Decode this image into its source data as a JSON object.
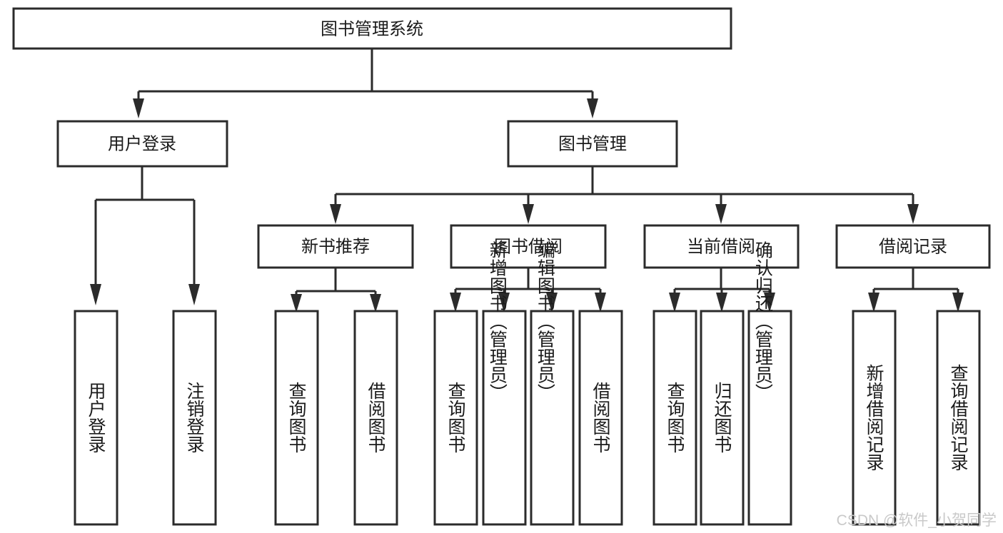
{
  "diagram": {
    "title": "图书管理系统",
    "type": "tree-hierarchy",
    "root": {
      "id": "root",
      "label": "图书管理系统"
    },
    "level2": [
      {
        "id": "user-login",
        "label": "用户登录"
      },
      {
        "id": "book-management",
        "label": "图书管理"
      }
    ],
    "level3": [
      {
        "id": "new-book-recommend",
        "label": "新书推荐",
        "parent": "book-management"
      },
      {
        "id": "book-borrow",
        "label": "图书借阅",
        "parent": "book-management"
      },
      {
        "id": "current-borrow",
        "label": "当前借阅",
        "parent": "book-management"
      },
      {
        "id": "borrow-record",
        "label": "借阅记录",
        "parent": "book-management"
      }
    ],
    "leaves": {
      "user_login": [
        {
          "id": "leaf-user-login",
          "label": "用户登录"
        },
        {
          "id": "leaf-logout",
          "label": "注销登录"
        }
      ],
      "new_book_recommend": [
        {
          "id": "leaf-query-book-1",
          "label": "查询图书"
        },
        {
          "id": "leaf-borrow-book-1",
          "label": "借阅图书"
        }
      ],
      "book_borrow": [
        {
          "id": "leaf-query-book-2",
          "label": "查询图书"
        },
        {
          "id": "leaf-add-book",
          "label": "新增图书（管理员）"
        },
        {
          "id": "leaf-edit-book",
          "label": "编辑图书（管理员）"
        },
        {
          "id": "leaf-borrow-book-2",
          "label": "借阅图书"
        }
      ],
      "current_borrow": [
        {
          "id": "leaf-query-book-3",
          "label": "查询图书"
        },
        {
          "id": "leaf-return-book",
          "label": "归还图书"
        },
        {
          "id": "leaf-confirm-return",
          "label": "确认归还（管理员）"
        }
      ],
      "borrow_record": [
        {
          "id": "leaf-add-record",
          "label": "新增借阅记录"
        },
        {
          "id": "leaf-query-record",
          "label": "查询借阅记录"
        }
      ]
    }
  },
  "watermark": {
    "text": "CSDN @软件_小贺同学"
  },
  "colors": {
    "stroke": "#2b2b2b",
    "box_fill": "#ffffff",
    "text": "#1b1b1b",
    "watermark": "#c9c9c9",
    "background": "#ffffff"
  }
}
